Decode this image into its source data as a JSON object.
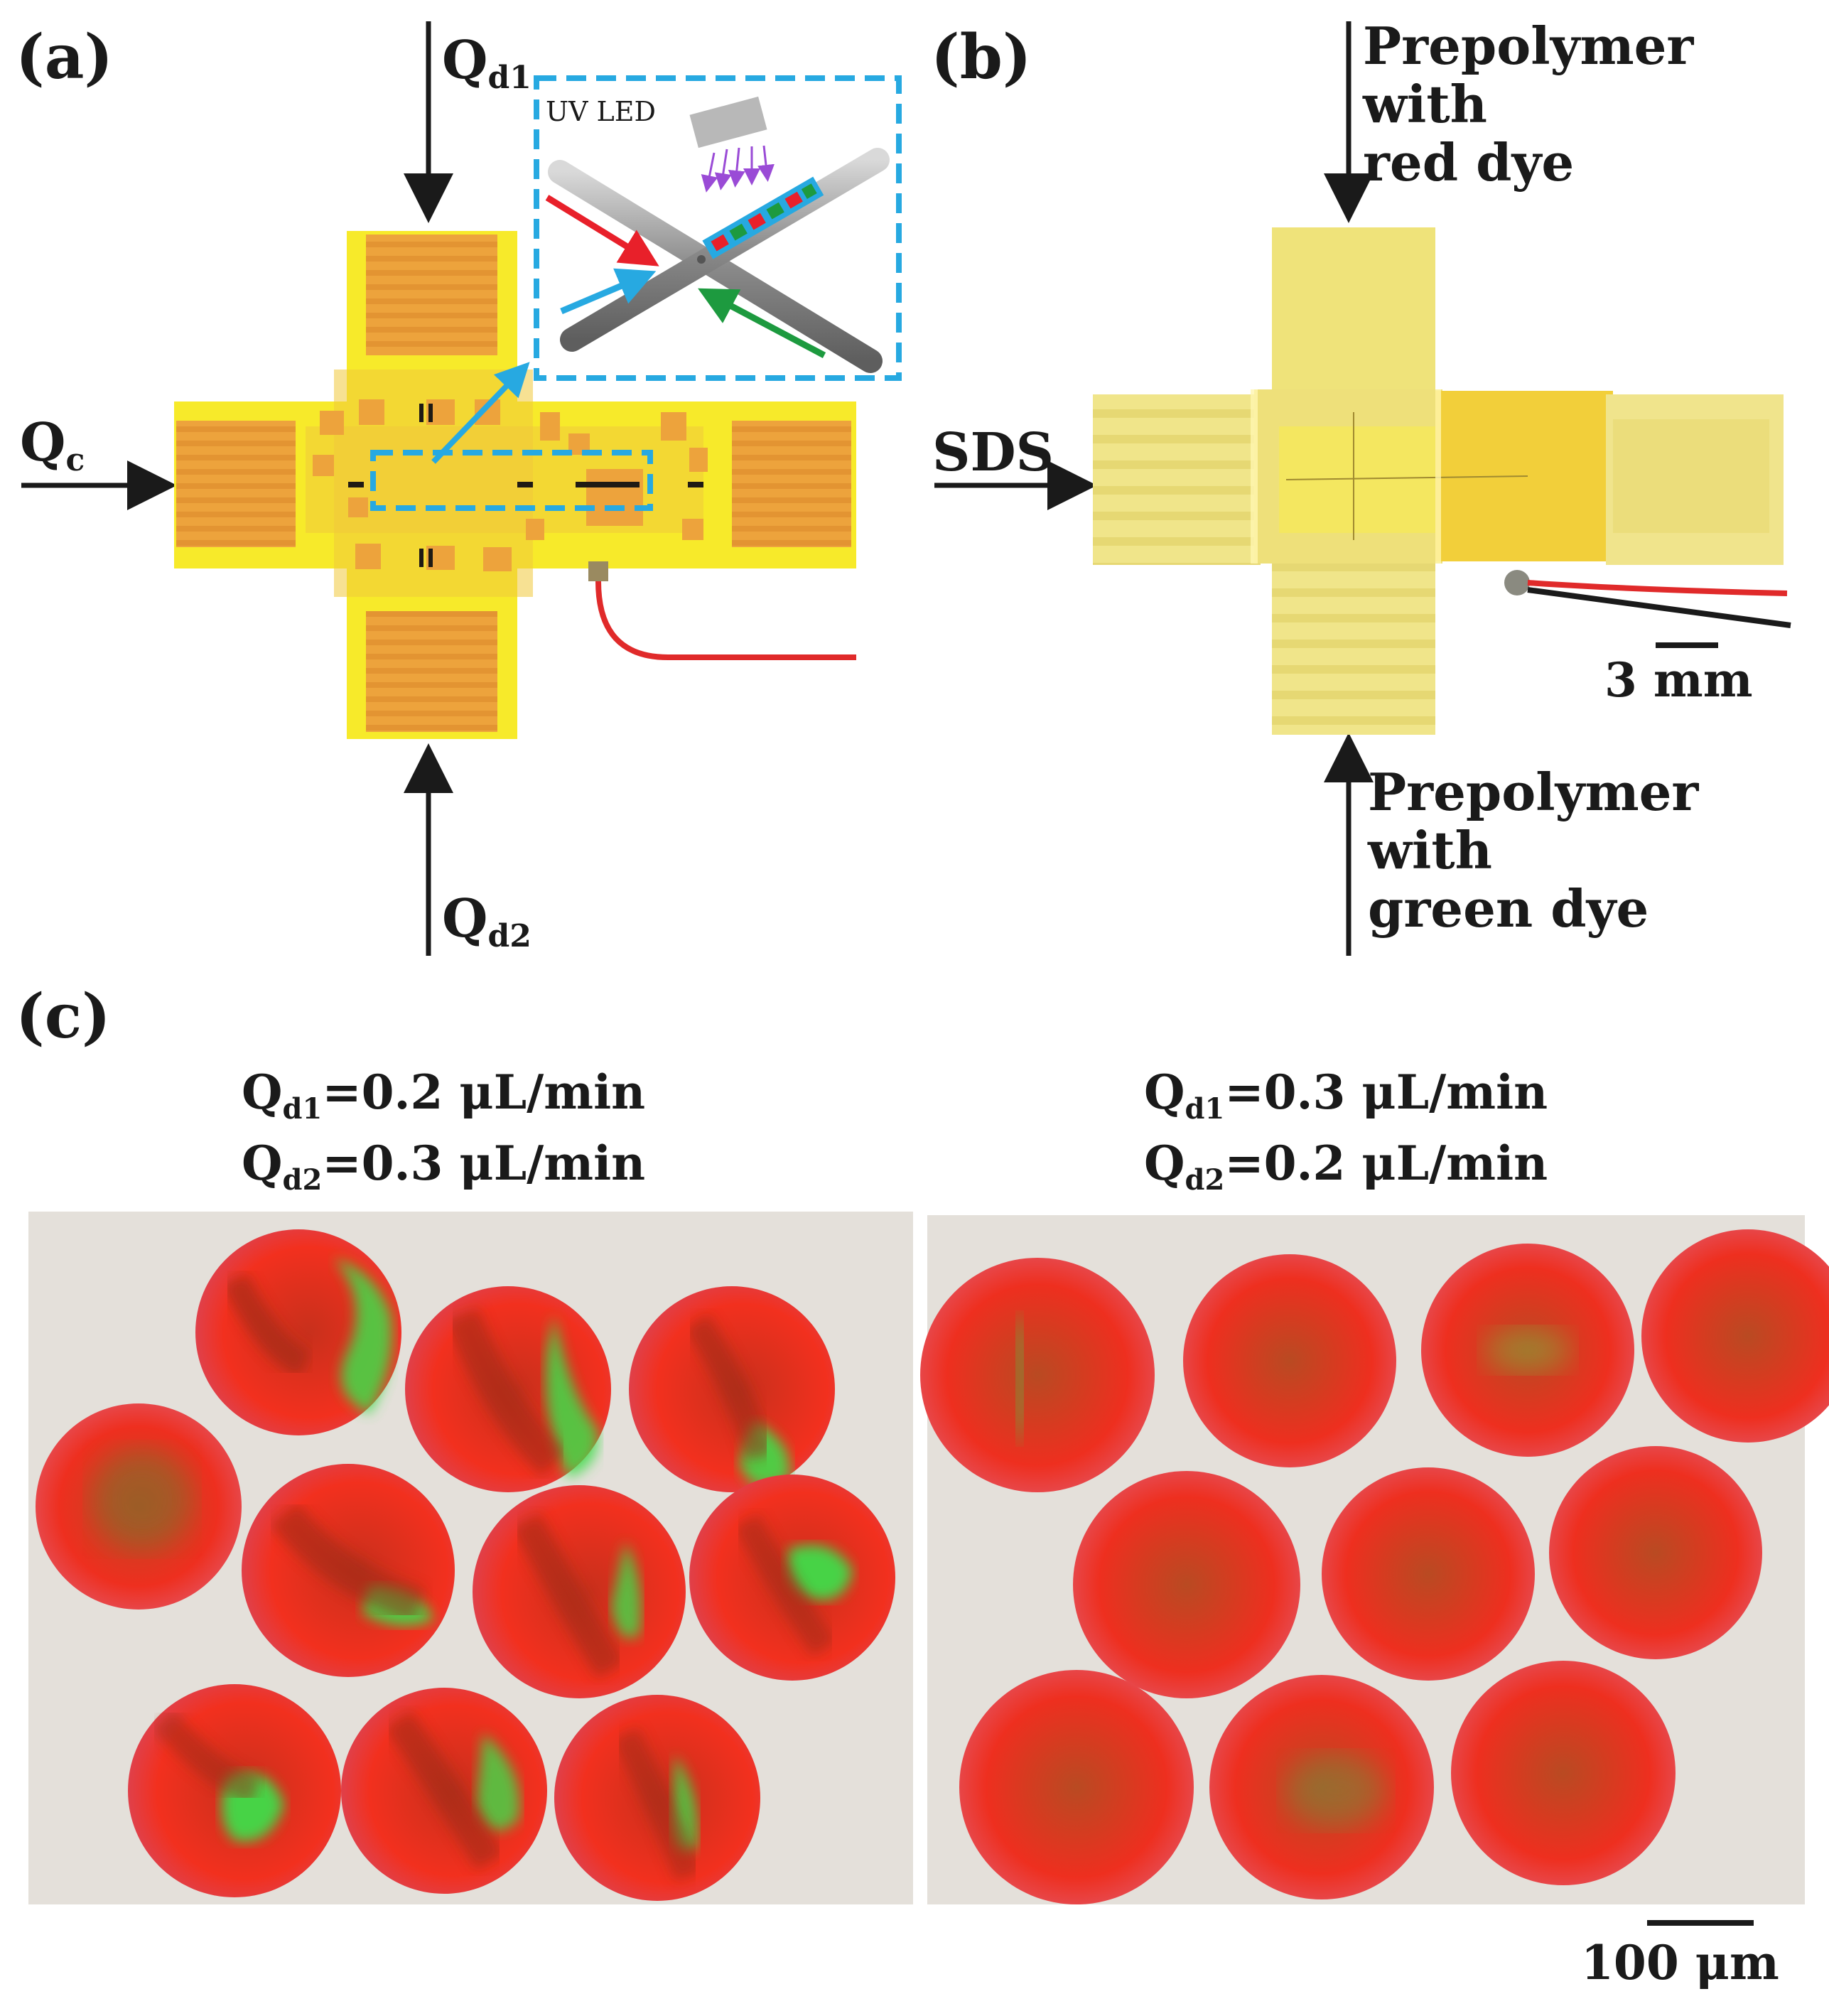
{
  "panels": {
    "a": {
      "label": "(a)",
      "flow_top": {
        "main": "Q",
        "sub": "d1"
      },
      "flow_left": {
        "main": "Q",
        "sub": "c"
      },
      "flow_bottom": {
        "main": "Q",
        "sub": "d2"
      },
      "inset_label": "UV LED"
    },
    "b": {
      "label": "(b)",
      "top_lines": [
        "Prepolymer",
        "with",
        "red dye"
      ],
      "left_label": "SDS",
      "scale": "3 mm",
      "bottom_lines": [
        "Prepolymer",
        "with",
        "green dye"
      ]
    },
    "c": {
      "label": "(c)",
      "left": {
        "line1": {
          "main": "Q",
          "sub": "d1",
          "rest": "=0.2 μL/min"
        },
        "line2": {
          "main": "Q",
          "sub": "d2",
          "rest": "=0.3 μL/min"
        }
      },
      "right": {
        "line1": {
          "main": "Q",
          "sub": "d1",
          "rest": "=0.3 μL/min"
        },
        "line2": {
          "main": "Q",
          "sub": "d2",
          "rest": "=0.2 μL/min"
        }
      },
      "scale": "100 μm"
    }
  },
  "colors": {
    "chip_yellow": "#f7ea2a",
    "chip_orange": "#eda33c",
    "inset_blue": "#27a9e1",
    "arrow_red": "#e8202a",
    "arrow_green": "#1d9a3f",
    "bead_red": "#ee2f1f",
    "bead_green": "#3fdc4a",
    "image_bg": "#e4e0da"
  }
}
